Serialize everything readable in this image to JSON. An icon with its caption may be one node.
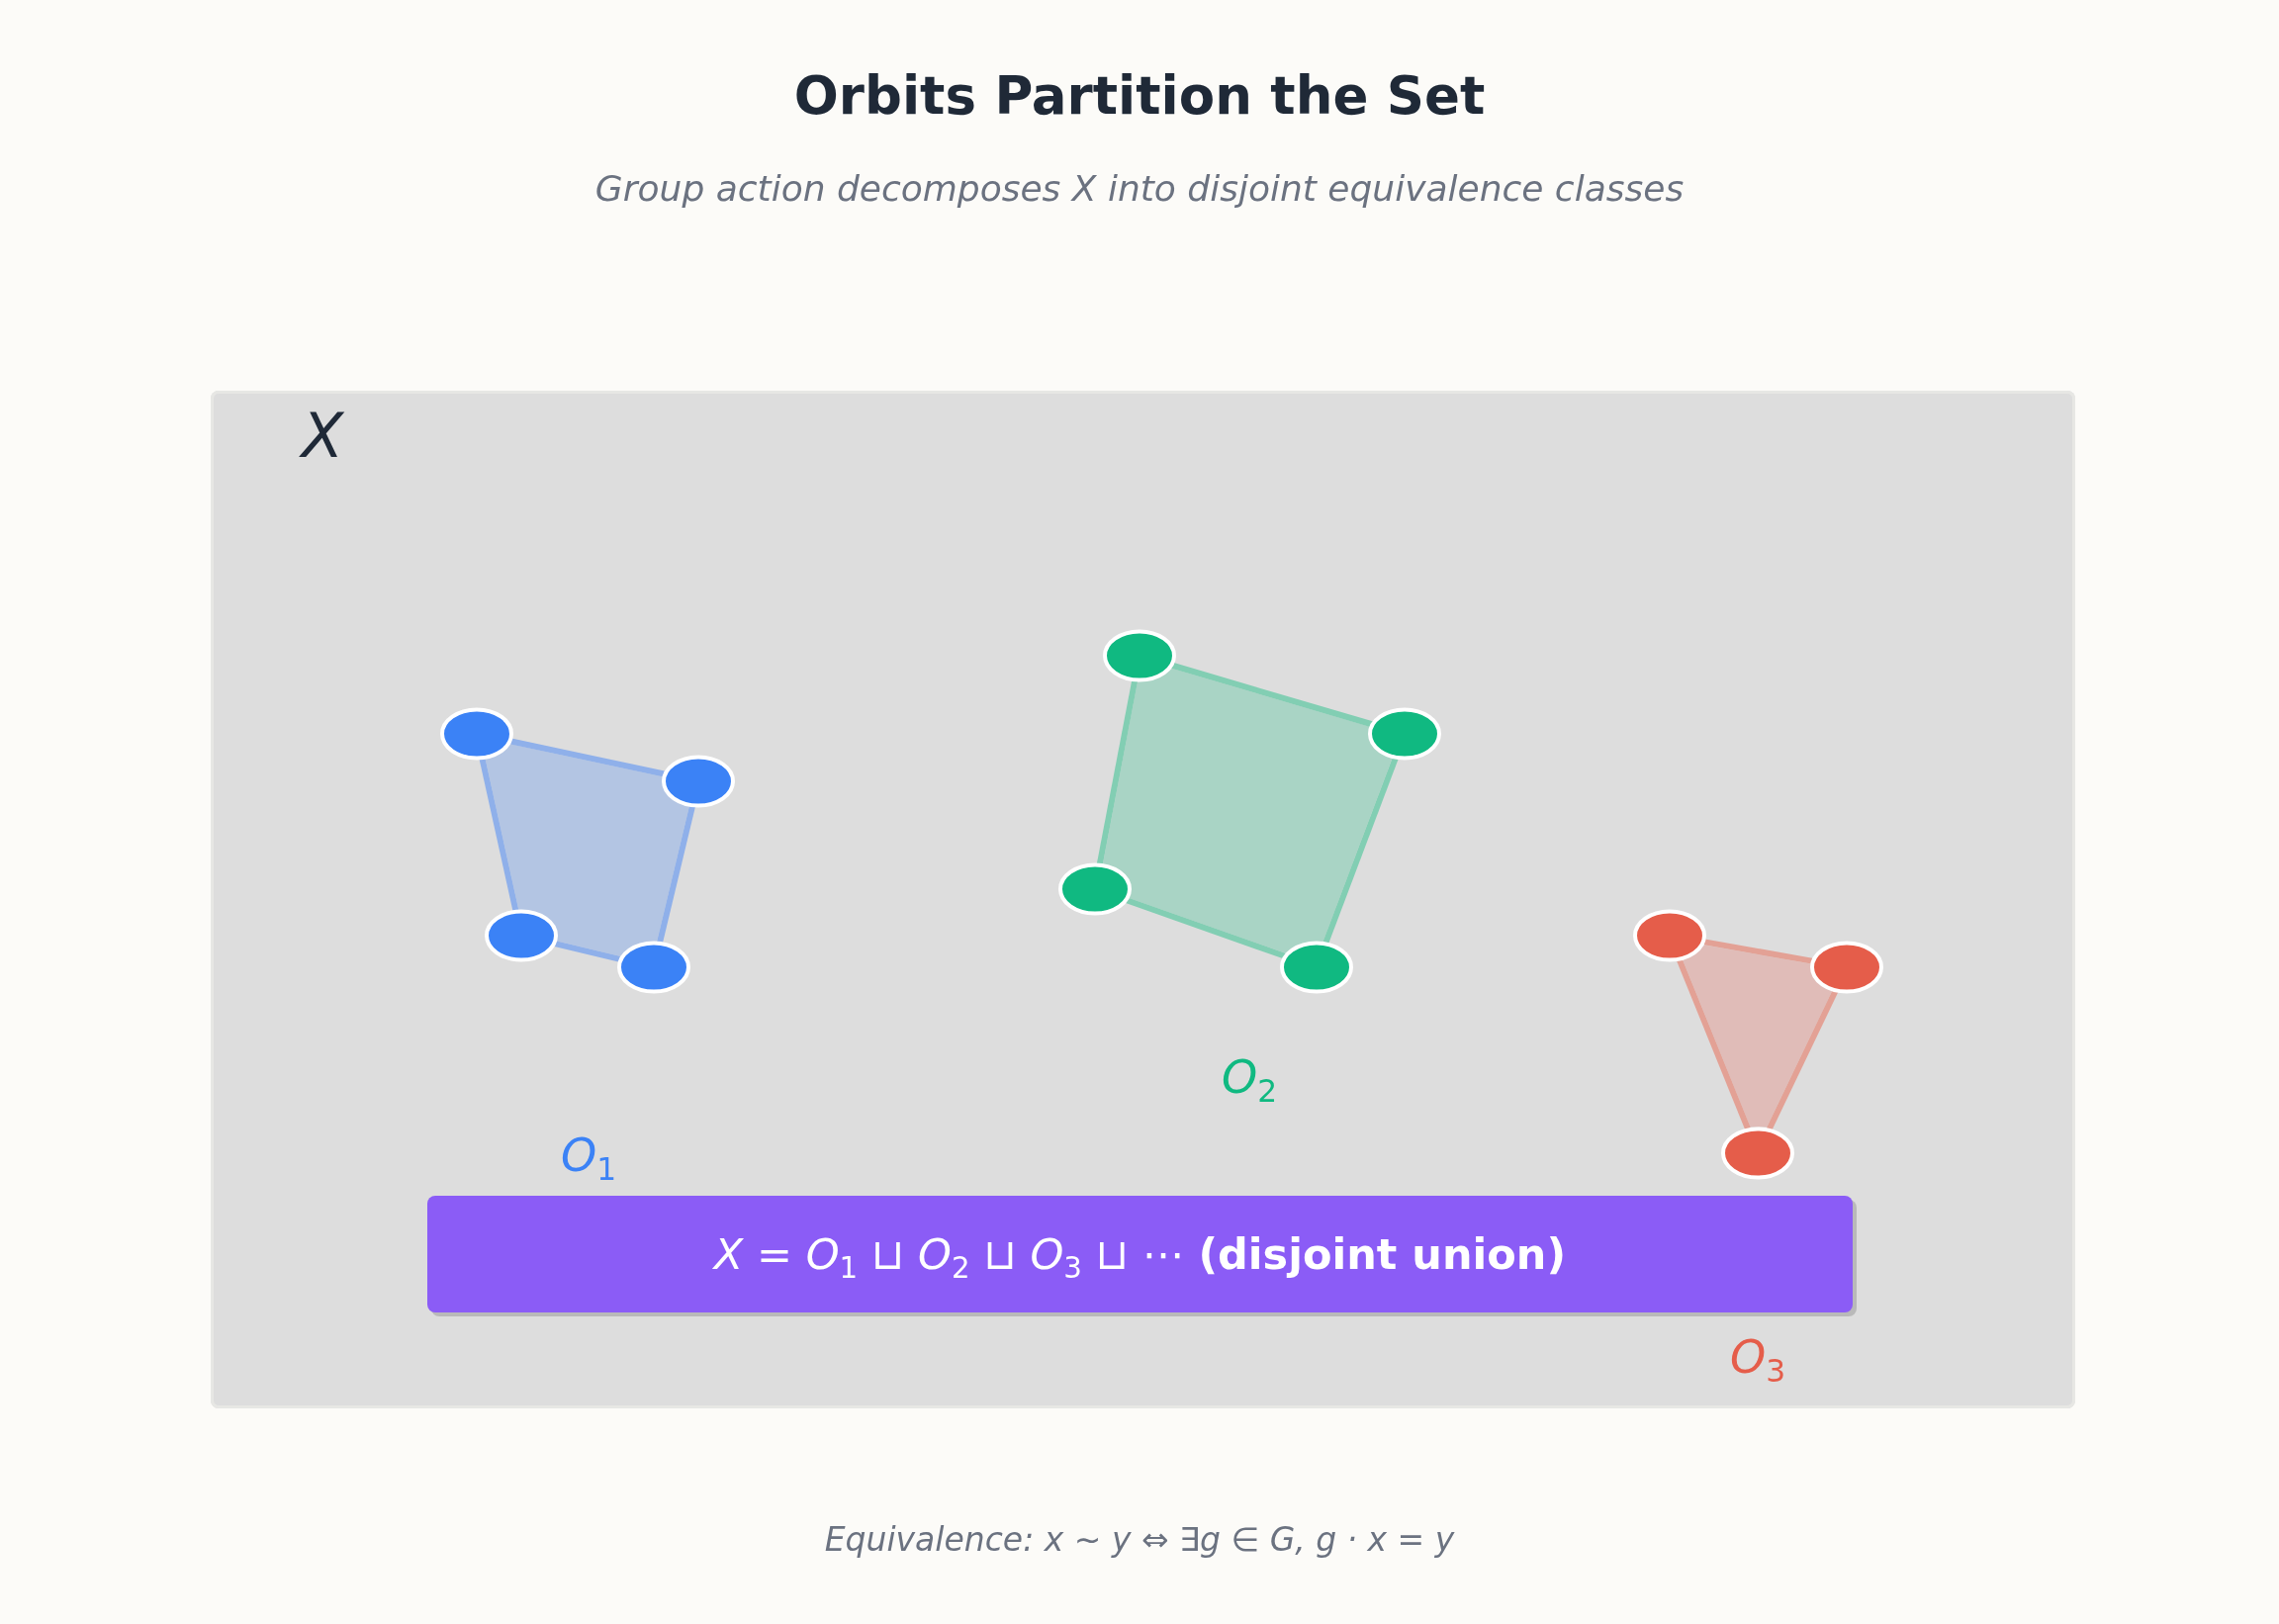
{
  "diagram": {
    "title": "Orbits Partition the Set",
    "caption": "Equivalence: x ∼ y ⇔ ∃g ∈ G, g · x = y",
    "nodes": [
      {
        "text": [
          "X"
        ]
      },
      {
        "text": [],
        "shape": "polygon",
        "in": 0
      },
      {
        "text": [],
        "shape": "circle",
        "in": 0
      },
      {
        "text": [],
        "shape": "circle",
        "in": 0
      },
      {
        "text": [],
        "shape": "circle",
        "in": 0
      },
      {
        "text": [],
        "shape": "circle",
        "in": 0
      },
      {
        "text": [],
        "shape": "polygon",
        "in": 0
      },
      {
        "text": [],
        "shape": "circle",
        "in": 0
      },
      {
        "text": [],
        "shape": "circle",
        "in": 0
      },
      {
        "text": [],
        "shape": "circle",
        "in": 0
      },
      {
        "text": [],
        "shape": "circle",
        "in": 0
      },
      {
        "text": [],
        "shape": "polygon",
        "in": 0
      },
      {
        "text": [],
        "shape": "circle",
        "in": 0
      },
      {
        "text": [],
        "shape": "circle",
        "in": 0
      },
      {
        "text": [],
        "shape": "circle",
        "in": 0
      },
      {
        "text": [
          "*X* = *O*$_{1}$ ⊔ *O*$_{2}$ ⊔ *O*$_{3}$ ⊔ ⋯ **(disjoint union)**"
        ],
        "in": 0
      }
    ],
    "edges": [
      {
        "from": 2,
        "to": 3,
        "arrow": "none",
        "color": "#8fb0ea"
      },
      {
        "from": 3,
        "to": 5,
        "arrow": "none",
        "color": "#8fb0ea"
      },
      {
        "from": 5,
        "to": 4,
        "arrow": "none",
        "color": "#8fb0ea"
      },
      {
        "from": 4,
        "to": 2,
        "arrow": "none",
        "color": "#8fb0ea"
      },
      {
        "from": 7,
        "to": 8,
        "arrow": "none",
        "color": "#82ceb3"
      },
      {
        "from": 8,
        "to": 10,
        "arrow": "none",
        "color": "#82ceb3"
      },
      {
        "from": 10,
        "to": 9,
        "arrow": "none",
        "color": "#82ceb3"
      },
      {
        "from": 9,
        "to": 7,
        "arrow": "none",
        "color": "#82ceb3"
      },
      {
        "from": 12,
        "to": 13,
        "arrow": "none",
        "color": "#e3a195"
      },
      {
        "from": 13,
        "to": 14,
        "arrow": "none",
        "color": "#e3a195"
      },
      {
        "from": 14,
        "to": 12,
        "arrow": "none",
        "color": "#e3a195"
      }
    ],
    "labels": [
      "Group action decomposes X into disjoint equivalence classes",
      "*O*$_{2}$",
      "*O*$_{1}$",
      "*O*$_{3}$"
    ]
  }
}
